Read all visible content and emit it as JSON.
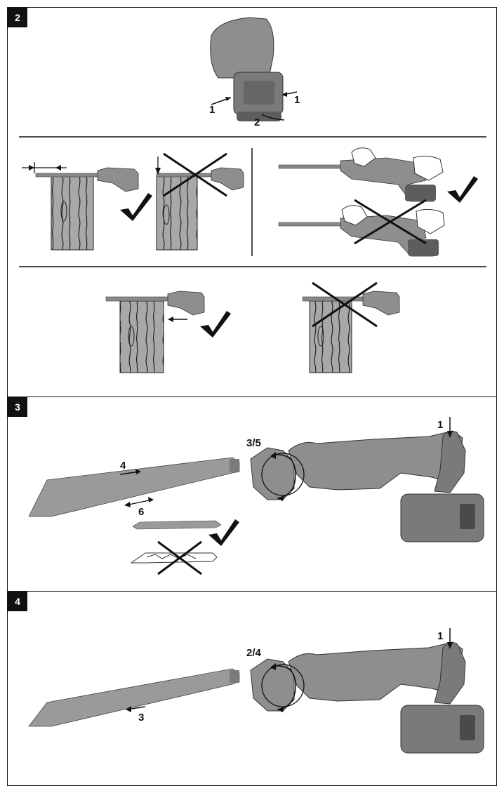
{
  "sections": [
    {
      "number": "2"
    },
    {
      "number": "3"
    },
    {
      "number": "4"
    }
  ],
  "callouts": {
    "s2_arrow_left": "1",
    "s2_arrow_right": "1",
    "s2_arrow_bottom": "2",
    "s3_blade_insert": "4",
    "s3_blade_move": "6",
    "s3_chuck_rotate": "3/5",
    "s3_button": "1",
    "s4_blade_remove": "3",
    "s4_chuck_rotate": "2/4",
    "s4_button": "1"
  },
  "icons": {
    "check": "check-mark-icon",
    "cross": "cross-mark-icon",
    "wood": "wood-board-illustration",
    "saw": "reciprocating-saw-illustration",
    "blade": "saw-blade-illustration"
  },
  "colors": {
    "tool": "#8e8e8e",
    "tool_dark": "#5d5d5d",
    "wood": "#a8a8a8",
    "line": "#111111"
  }
}
